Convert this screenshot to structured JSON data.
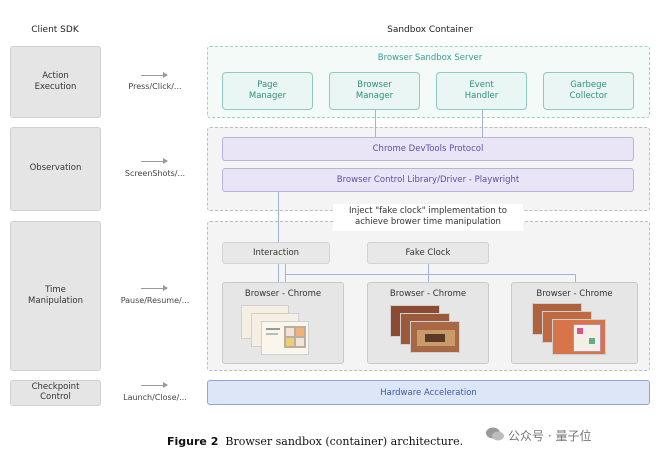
{
  "headers": {
    "client_sdk": "Client SDK",
    "sandbox": "Sandbox Container"
  },
  "rows": [
    {
      "label": "Action\nExecution",
      "op": "Press/Click/..."
    },
    {
      "label": "Observation",
      "op": "ScreenShots/..."
    },
    {
      "label": "Time\nManipulation",
      "op": "Pause/Resume/..."
    },
    {
      "label": "Checkpoint\nControl",
      "op": "Launch/Close/..."
    }
  ],
  "server": {
    "title": "Browser Sandbox Server",
    "modules": [
      "Page\nManager",
      "Browser\nManager",
      "Event\nHandler",
      "Garbege\nCollector"
    ]
  },
  "cdp": "Chrome DevTools Protocol",
  "driver": "Browser Control Library/Driver - Playwright",
  "note": "Inject \"fake clock\" implementation to\nachieve brower time manipulation",
  "interaction": "Interaction",
  "fake_clock": "Fake Clock",
  "browsers": [
    "Browser - Chrome",
    "Browser - Chrome",
    "Browser - Chrome"
  ],
  "hardware": "Hardware Acceleration",
  "caption": {
    "figure": "Figure 2",
    "text": "Browser sandbox (container) architecture."
  },
  "watermark": "公众号 · 量子位",
  "colors": {
    "teal": "#3c9e8e",
    "purple": "#5b4fa8",
    "blue": "#3d58a8"
  },
  "icons": [
    "wechat-icon"
  ]
}
